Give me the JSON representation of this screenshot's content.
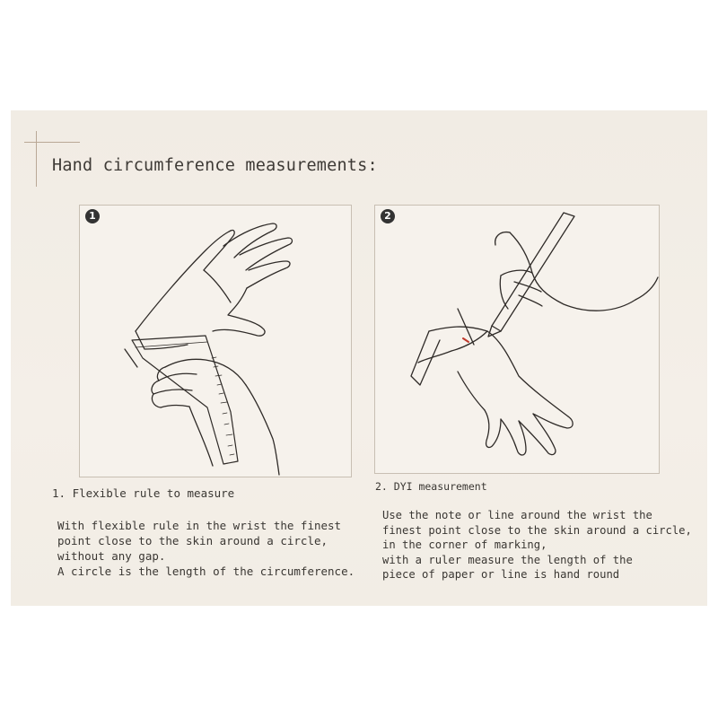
{
  "title": "Hand circumference measurements:",
  "panels": [
    {
      "number": "1",
      "caption": "1. Flexible rule to measure",
      "description_lines": [
        "With flexible rule in the wrist the finest",
        "point close to the skin around a circle,",
        "without any gap.",
        "A circle is the length of the circumference."
      ]
    },
    {
      "number": "2",
      "caption": "2. DYI measurement",
      "description_lines": [
        "Use the note or line around the wrist the",
        "finest point close to the skin around a circle,",
        "in the corner of marking,",
        "with a ruler measure the length of the",
        "piece of paper or line is hand round"
      ]
    }
  ],
  "colors": {
    "background": "#f2ede5",
    "ink": "#3a3733",
    "marker": "#c0392b"
  }
}
